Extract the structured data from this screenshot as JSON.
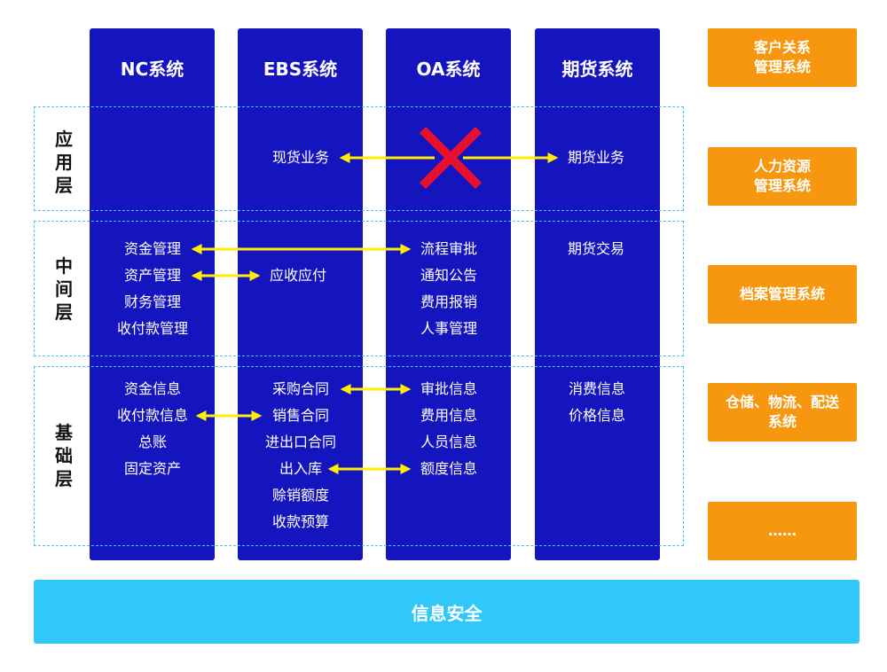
{
  "columns": [
    {
      "title": "NC系统"
    },
    {
      "title": "EBS系统"
    },
    {
      "title": "OA系统"
    },
    {
      "title": "期货系统"
    }
  ],
  "layers": {
    "application": "应用层",
    "middle": "中间层",
    "foundation": "基础层"
  },
  "items": {
    "ebs_spot_business": "现货业务",
    "futures_business": "期货业务",
    "nc_fund_mgmt": "资金管理",
    "nc_asset_mgmt": "资产管理",
    "nc_finance_mgmt": "财务管理",
    "nc_payment_mgmt": "收付款管理",
    "ebs_receivable_payable": "应收应付",
    "oa_process_approval": "流程审批",
    "oa_notice": "通知公告",
    "oa_expense_claim": "费用报销",
    "oa_hr_mgmt": "人事管理",
    "futures_trading": "期货交易",
    "nc_fund_info": "资金信息",
    "nc_payment_info": "收付款信息",
    "nc_general_ledger": "总账",
    "nc_fixed_assets": "固定资产",
    "ebs_purchase_contract": "采购合同",
    "ebs_sales_contract": "销售合同",
    "ebs_import_export_contract": "进出口合同",
    "ebs_warehouse_in_out": "出入库",
    "ebs_credit_sales_amount": "赊销额度",
    "ebs_collection_budget": "收款预算",
    "oa_approval_info": "审批信息",
    "oa_expense_info": "费用信息",
    "oa_personnel_info": "人员信息",
    "oa_quota_info": "额度信息",
    "futures_consumption_info": "消费信息",
    "futures_price_info": "价格信息"
  },
  "side_systems": {
    "crm": "客户关系\n管理系统",
    "hr": "人力资源\n管理系统",
    "archive": "档案管理系统",
    "logistics": "仓储、物流、配送\n系统",
    "more": "……"
  },
  "security": "信息安全",
  "colors": {
    "column_blue": "#1515c0",
    "arrow_yellow": "#ffee00",
    "cross_red": "#e8112d",
    "dashed_border": "#45c2f0",
    "side_orange": "#f7960f",
    "security_cyan": "#30c8f8"
  }
}
